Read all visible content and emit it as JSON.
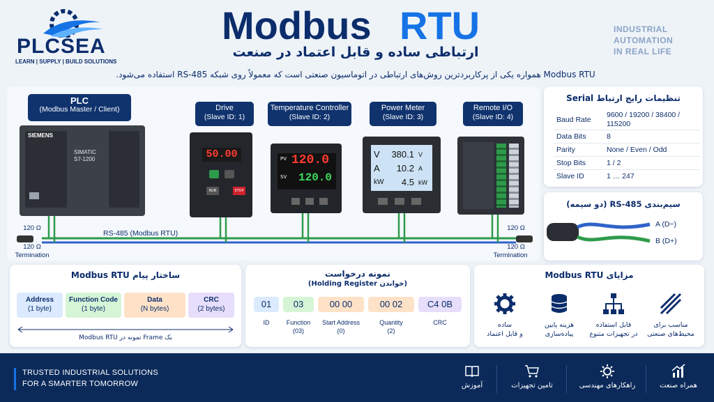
{
  "header": {
    "logo": "PLCSEA",
    "logo_tagline": "LEARN | SUPPLY | BUILD SOLUTIONS",
    "title_part1": "Modbus",
    "title_part2": "RTU",
    "subtitle": "ارتباطی ساده و قابل اعتماد در صنعت",
    "tagline": [
      "INDUSTRIAL",
      "AUTOMATION",
      "IN REAL LIFE"
    ],
    "intro": "Modbus RTU همواره یکی از پرکاربردترین روش‌های ارتباطی در اتوماسیون صنعتی است که معمولاً روی شبکه RS-485 استفاده می‌شود."
  },
  "devices": {
    "plc": {
      "title": "PLC",
      "role": "(Modbus Master / Client)",
      "brand": "SIEMENS",
      "model_line1": "SIMATIC",
      "model_line2": "S7-1200"
    },
    "slaves": [
      {
        "name": "Drive",
        "id": "(Slave ID: 1)",
        "display": "50.00",
        "keys": [
          "RUN",
          "STOP"
        ]
      },
      {
        "name": "Temperature Controller",
        "id": "(Slave ID: 2)",
        "pv_label": "PV",
        "sv_label": "SV",
        "pv": "120.0",
        "sv": "120.0"
      },
      {
        "name": "Power Meter",
        "id": "(Slave ID: 3)",
        "rows": [
          {
            "label": "V",
            "value": "380.1",
            "unit": "V"
          },
          {
            "label": "A",
            "value": "10.2",
            "unit": "A"
          },
          {
            "label": "kW",
            "value": "4.5",
            "unit": "kW"
          }
        ]
      },
      {
        "name": "Remote I/O",
        "id": "(Slave ID: 4)"
      }
    ],
    "bus_label": "RS-485 (Modbus RTU)",
    "termination_value": "120 Ω",
    "termination_label": "Termination"
  },
  "serial_settings": {
    "title": "تنظیمات رایج ارتباط Serial",
    "rows": [
      {
        "key": "Baud Rate",
        "value": "9600 / 19200 / 38400 / 115200"
      },
      {
        "key": "Data Bits",
        "value": "8"
      },
      {
        "key": "Parity",
        "value": "None / Even / Odd"
      },
      {
        "key": "Stop Bits",
        "value": "1 / 2"
      },
      {
        "key": "Slave ID",
        "value": "1 … 247"
      }
    ]
  },
  "wiring": {
    "title": "سیم‌بندی RS-485 (دو سیمه)",
    "a_label": "A (D−)",
    "b_label": "B (D+)"
  },
  "frame": {
    "title": "ساختار پیام Modbus RTU",
    "fields": [
      {
        "name": "Address",
        "size": "(1 byte)",
        "color": "#dbeafe"
      },
      {
        "name": "Function Code",
        "size": "(1 byte)",
        "color": "#d6f5d6"
      },
      {
        "name": "Data",
        "size": "(N bytes)",
        "color": "#fde2c8"
      },
      {
        "name": "CRC",
        "size": "(2 bytes)",
        "color": "#e6defa"
      }
    ],
    "caption": "یک Frame نمونه در Modbus RTU"
  },
  "request": {
    "title": "نمونه درخواست",
    "subtitle": "(خواندن Holding Register)",
    "cells": [
      {
        "value": "01",
        "label": "ID",
        "sub": "",
        "color": "#dbeafe"
      },
      {
        "value": "03",
        "label": "Function",
        "sub": "(03)",
        "color": "#d6f5d6"
      },
      {
        "value": "00 00",
        "label": "Start Address",
        "sub": "(0)",
        "color": "#fde2c8"
      },
      {
        "value": "00 02",
        "label": "Quantity",
        "sub": "(2)",
        "color": "#fde2c8"
      },
      {
        "value": "C4 0B",
        "label": "CRC",
        "sub": "",
        "color": "#e6defa"
      }
    ]
  },
  "advantages": {
    "title": "مزایای Modbus RTU",
    "items": [
      {
        "icon": "gear-icon",
        "line1": "ساده",
        "line2": "و قابل اعتماد"
      },
      {
        "icon": "database-icon",
        "line1": "هزینه پایین",
        "line2": "پیاده‌سازی"
      },
      {
        "icon": "network-icon",
        "line1": "قابل استفاده",
        "line2": "در تجهیزات متنوع"
      },
      {
        "icon": "cable-icon",
        "line1": "مناسب برای",
        "line2": "محیط‌های صنعتی"
      }
    ]
  },
  "footer": {
    "slogan_line1": "TRUSTED INDUSTRIAL SOLUTIONS",
    "slogan_line2": "FOR A SMARTER TOMORROW",
    "items": [
      {
        "icon": "book-icon",
        "label": "آموزش"
      },
      {
        "icon": "cart-icon",
        "label": "تامین تجهیزات"
      },
      {
        "icon": "gear-icon",
        "label": "راهکارهای مهندسی"
      },
      {
        "icon": "chart-icon",
        "label": "همراه صنعت"
      }
    ]
  },
  "colors": {
    "navy": "#0c2d6b",
    "accent": "#1673e6",
    "bus_green": "#2e9b4b",
    "bus_blue": "#2f63c9"
  }
}
